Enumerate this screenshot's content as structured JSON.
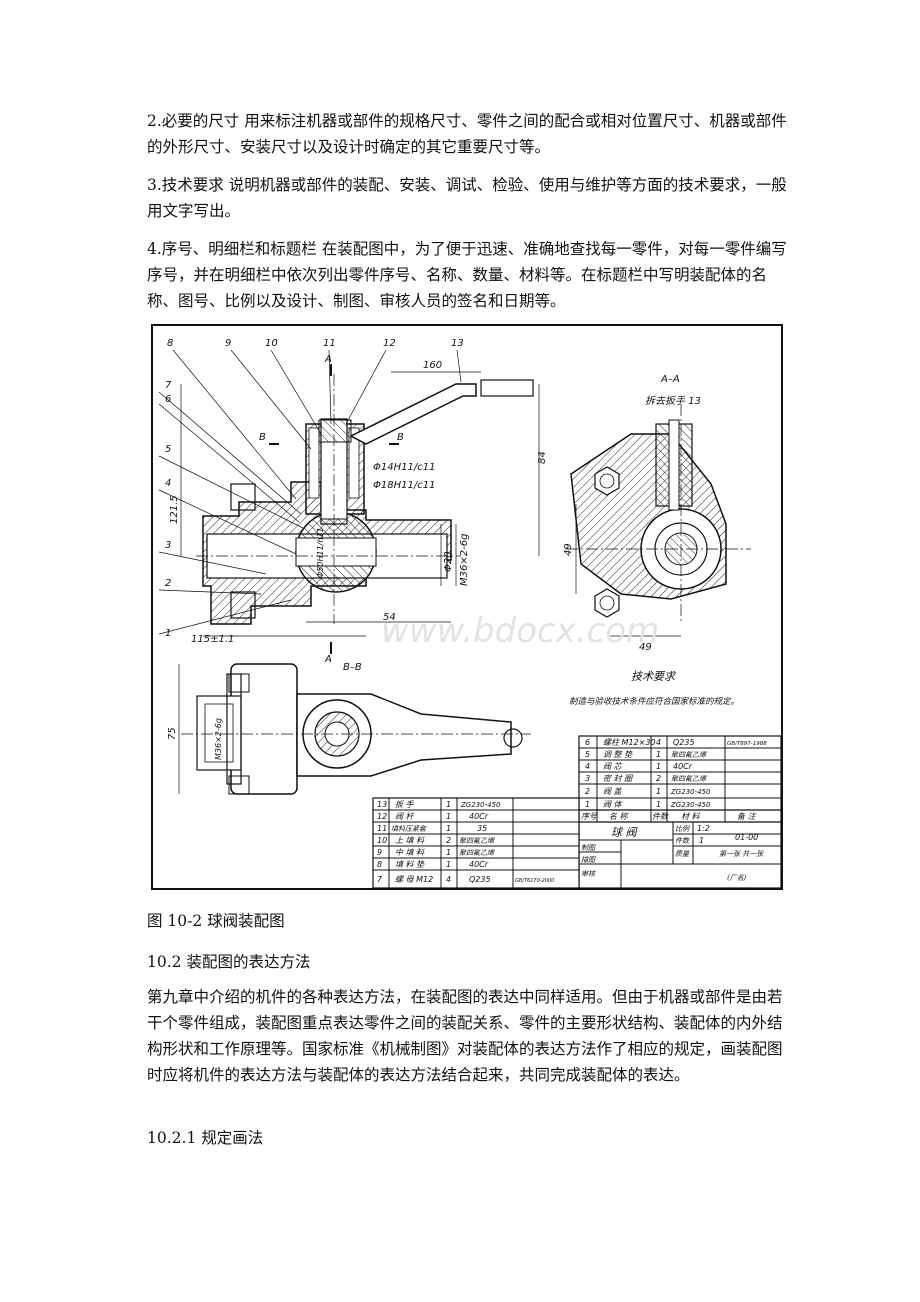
{
  "paragraphs": {
    "p2": "2.必要的尺寸 用来标注机器或部件的规格尺寸、零件之间的配合或相对位置尺寸、机器或部件的外形尺寸、安装尺寸以及设计时确定的其它重要尺寸等。",
    "p3": "3.技术要求 说明机器或部件的装配、安装、调试、检验、使用与维护等方面的技术要求，一般用文字写出。",
    "p4": "4.序号、明细栏和标题栏 在装配图中，为了便于迅速、准确地查找每一零件，对每一零件编写序号，并在明细栏中依次列出零件序号、名称、数量、材料等。在标题栏中写明装配体的名称、图号、比例以及设计、制图、审核人员的签名和日期等。",
    "caption": "图 10-2 球阀装配图",
    "heading1": "10.2 装配图的表达方法",
    "p5": "第九章中介绍的机件的各种表达方法，在装配图的表达中同样适用。但由于机器或部件是由若干个零件组成，装配图重点表达零件之间的装配关系、零件的主要形状结构、装配体的内外结构形状和工作原理等。国家标准《机械制图》对装配体的表达方法作了相应的规定，画装配图时应将机件的表达方法与装配体的表达方法结合起来，共同完成装配体的表达。",
    "heading2": "10.2.1 规定画法"
  },
  "drawing": {
    "balloons": [
      "8",
      "9",
      "10",
      "11",
      "12",
      "13",
      "7",
      "6",
      "5",
      "4",
      "3",
      "2",
      "1"
    ],
    "section_labels": {
      "A_top": "A",
      "A_bottom": "A",
      "B_left": "B",
      "B_right": "B",
      "aa": "A–A",
      "bb": "B–B"
    },
    "removed_note": "拆去扳手 13",
    "dims": {
      "d160": "160",
      "d84": "84",
      "d1215": "121.5",
      "d14": "Φ14H11/c11",
      "d18": "Φ18H11/c11",
      "d20": "Φ20",
      "dM36": "M36×2-6g",
      "d54": "54",
      "d115": "115±1.1",
      "d49v": "49",
      "d49h": "49",
      "d75": "75",
      "dM36b": "M36×2-6g",
      "dfit": "Φ50H11/h11"
    },
    "tech_title": "技术要求",
    "tech_text": "制造与验收技术条件应符合国家标准的规定。",
    "watermark": "www.bdocx.com",
    "bom_right": [
      {
        "no": "6",
        "name": "螺柱 M12×30",
        "qty": "4",
        "mat": "Q235",
        "note": "GB/T897-1988"
      },
      {
        "no": "5",
        "name": "调 整 垫",
        "qty": "1",
        "mat": "聚四氟乙烯",
        "note": ""
      },
      {
        "no": "4",
        "name": "阀 芯",
        "qty": "1",
        "mat": "40Cr",
        "note": ""
      },
      {
        "no": "3",
        "name": "密 封 圈",
        "qty": "2",
        "mat": "聚四氟乙烯",
        "note": ""
      },
      {
        "no": "2",
        "name": "阀 盖",
        "qty": "1",
        "mat": "ZG230-450",
        "note": ""
      },
      {
        "no": "1",
        "name": "阀 体",
        "qty": "1",
        "mat": "ZG230-450",
        "note": ""
      }
    ],
    "bom_head": [
      "序号",
      "名 称",
      "件数",
      "材 料",
      "备 注"
    ],
    "bom_left": [
      {
        "no": "13",
        "name": "扳 手",
        "qty": "1",
        "mat": "ZG230-450",
        "note": ""
      },
      {
        "no": "12",
        "name": "阀 杆",
        "qty": "1",
        "mat": "40Cr",
        "note": ""
      },
      {
        "no": "11",
        "name": "填料压紧套",
        "qty": "1",
        "mat": "35",
        "note": ""
      },
      {
        "no": "10",
        "name": "上 填 料",
        "qty": "2",
        "mat": "聚四氟乙烯",
        "note": ""
      },
      {
        "no": "9",
        "name": "中 填 料",
        "qty": "1",
        "mat": "聚四氟乙烯",
        "note": ""
      },
      {
        "no": "8",
        "name": "填 料 垫",
        "qty": "1",
        "mat": "40Cr",
        "note": ""
      },
      {
        "no": "7",
        "name": "螺 母 M12",
        "qty": "4",
        "mat": "Q235",
        "note": "GB/T6170-2000"
      }
    ],
    "title_block": {
      "name": "球 阀",
      "scale_label": "比例",
      "scale": "1:2",
      "drawing_no": "01-00",
      "count_label": "件数",
      "count": "1",
      "weight_label": "质量",
      "sheet": "第一张 共一张",
      "drawn": "制图",
      "traced": "描图",
      "checked": "审核",
      "company": "(厂名)"
    }
  }
}
